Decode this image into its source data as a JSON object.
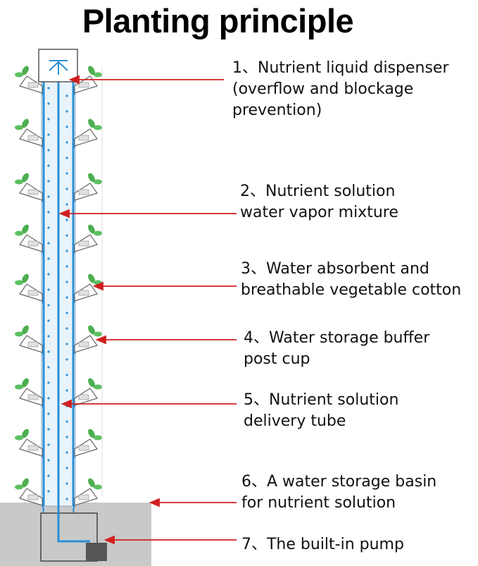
{
  "title": "Planting principle",
  "labels": [
    {
      "lines": [
        "1、Nutrient liquid dispenser",
        "(overflow and blockage",
        "prevention)"
      ]
    },
    {
      "lines": [
        "2、Nutrient solution",
        "water vapor mixture"
      ]
    },
    {
      "lines": [
        "3、Water absorbent and",
        "breathable vegetable cotton"
      ]
    },
    {
      "lines": [
        "4、Water storage buffer",
        "post cup"
      ]
    },
    {
      "lines": [
        "5、Nutrient solution",
        "delivery tube"
      ]
    },
    {
      "lines": [
        "6、A water storage basin",
        "for nutrient solution"
      ]
    },
    {
      "lines": [
        "7、The built-in pump"
      ]
    }
  ],
  "colors": {
    "arrow": "#d11f1f",
    "tube": "#2b8fd6",
    "tower_fill": "#e8f3fb",
    "basin": "#c9c9c9",
    "plant": "#4caf50"
  }
}
